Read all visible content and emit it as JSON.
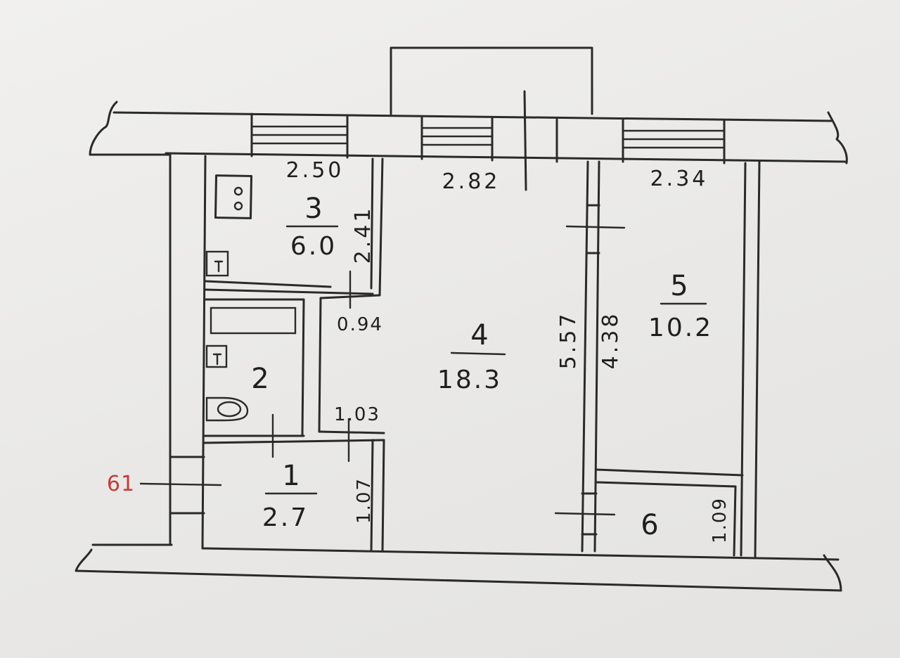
{
  "rooms": [
    {
      "id": "1",
      "number": "1",
      "area": "2.7"
    },
    {
      "id": "2",
      "number": "2",
      "area": ""
    },
    {
      "id": "3",
      "number": "3",
      "area": "6.0"
    },
    {
      "id": "4",
      "number": "4",
      "area": "18.3"
    },
    {
      "id": "5",
      "number": "5",
      "area": "10.2"
    },
    {
      "id": "6",
      "number": "6",
      "area": ""
    }
  ],
  "dimensions": {
    "kitchen_width": "2.50",
    "kitchen_depth": "2.41",
    "living_width": "2.82",
    "living_depth": "5.57",
    "bedroom_width": "2.34",
    "bedroom_depth": "4.38",
    "corridor_width": "0.94",
    "hall_width": "1.03",
    "hall_depth": "1.07",
    "closet_depth": "1.09"
  },
  "marks": {
    "apartment_number": "61"
  }
}
